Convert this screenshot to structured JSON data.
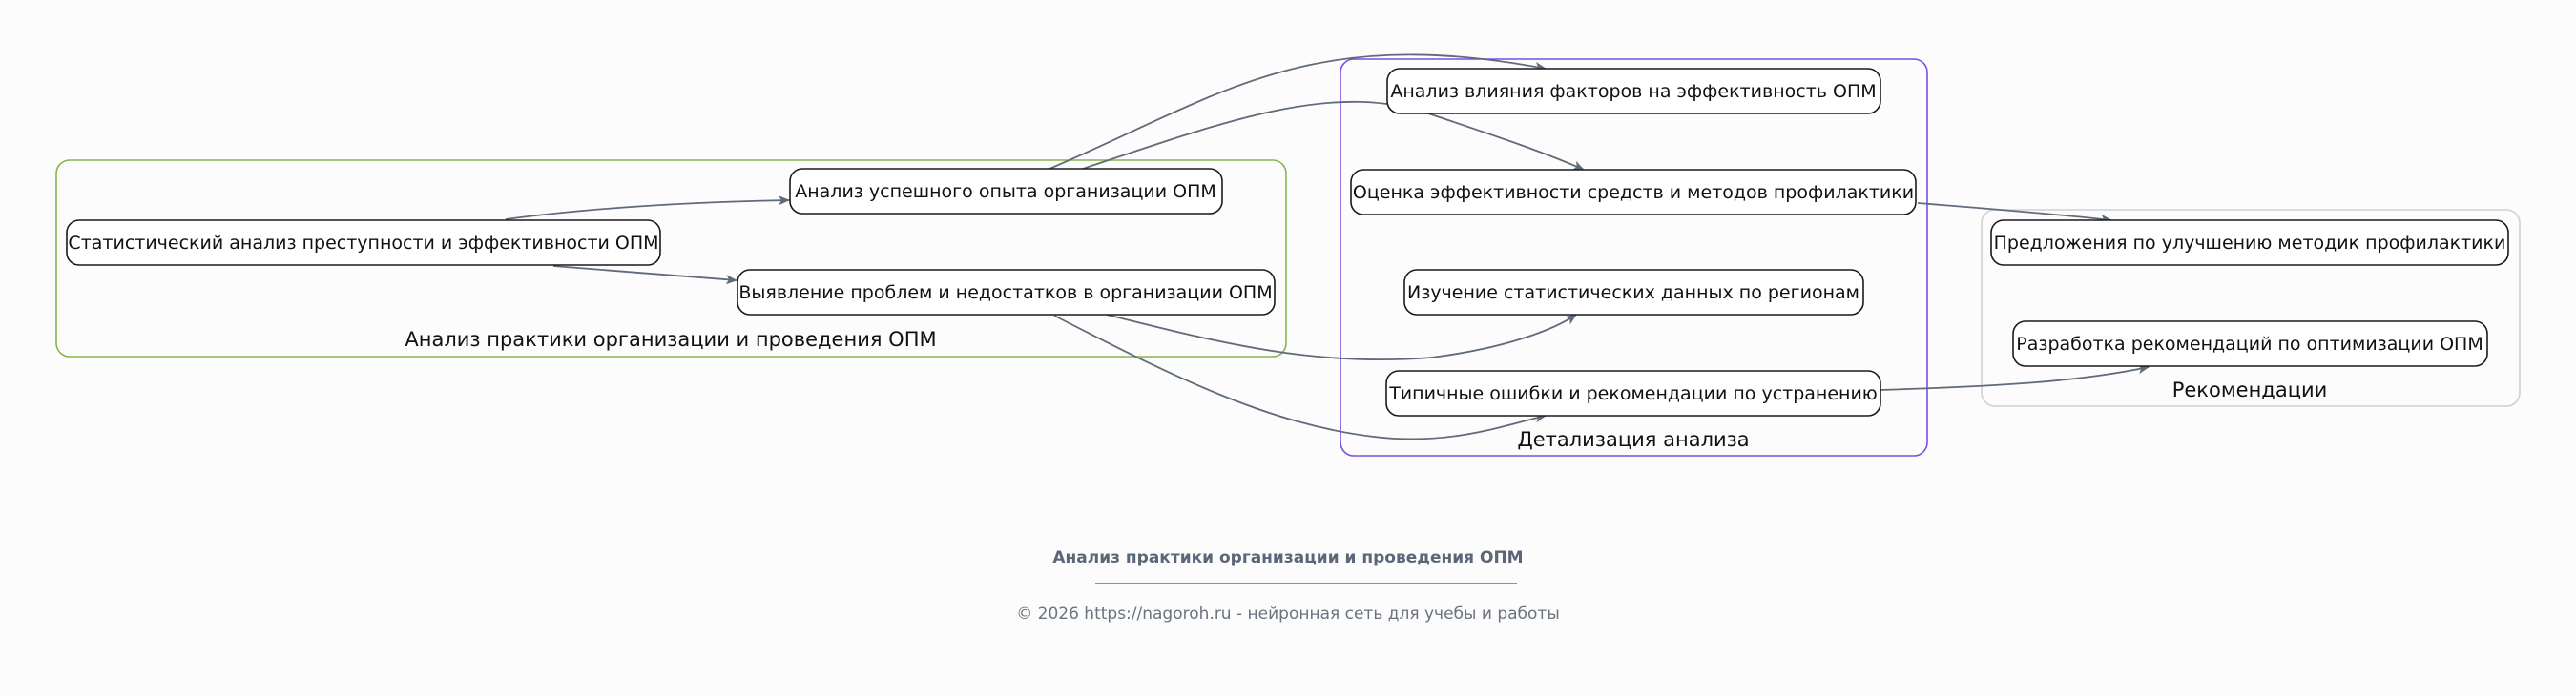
{
  "clusters": {
    "practice": {
      "label": "Анализ практики организации и проведения ОПМ",
      "color": "#8ab34a"
    },
    "details": {
      "label": "Детализация анализа",
      "color": "#7a4fe0"
    },
    "recommendations": {
      "label": "Рекомендации",
      "color": "#d0d0d0"
    }
  },
  "nodes": {
    "stat": "Статистический анализ преступности и эффективности ОПМ",
    "success": "Анализ успешного опыта организации ОПМ",
    "problems": "Выявление проблем и недостатков в организации ОПМ",
    "factors": "Анализ влияния факторов на эффективность ОПМ",
    "assessment": "Оценка эффективности средств и методов профилактики",
    "regions": "Изучение статистических данных по регионам",
    "errors": "Типичные ошибки и рекомендации по устранению",
    "proposals": "Предложения по улучшению методик профилактики",
    "optimization": "Разработка рекомендаций по оптимизации ОПМ"
  },
  "edges": [
    {
      "from": "stat",
      "to": "success"
    },
    {
      "from": "stat",
      "to": "problems"
    },
    {
      "from": "success",
      "to": "factors"
    },
    {
      "from": "success",
      "to": "assessment"
    },
    {
      "from": "problems",
      "to": "regions"
    },
    {
      "from": "problems",
      "to": "errors"
    },
    {
      "from": "assessment",
      "to": "proposals"
    },
    {
      "from": "errors",
      "to": "optimization"
    }
  ],
  "footer": {
    "title": "Анализ практики организации и проведения ОПМ",
    "copyright": "© 2026 https://nagoroh.ru - нейронная сеть для учебы и работы"
  }
}
